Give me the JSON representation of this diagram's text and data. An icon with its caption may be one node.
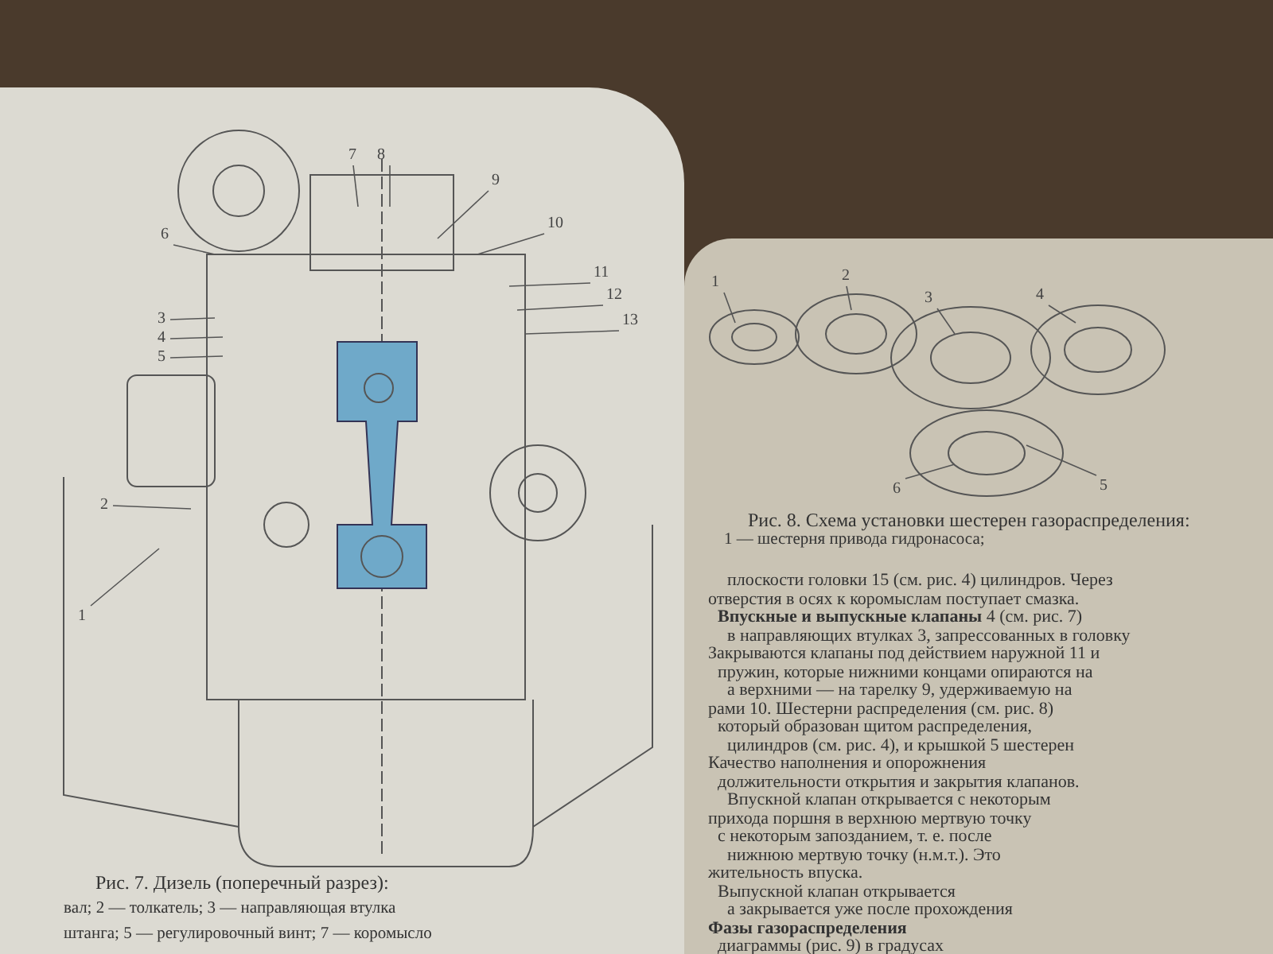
{
  "diagram": {
    "nodes": [
      {
        "text": [
          "6"
        ]
      },
      {
        "text": [
          "3"
        ]
      },
      {
        "text": [
          "4"
        ]
      },
      {
        "text": [
          "5"
        ]
      },
      {
        "text": [
          "2"
        ]
      },
      {
        "text": [
          "1"
        ]
      },
      {
        "text": [
          "7"
        ]
      },
      {
        "text": [
          "8"
        ]
      },
      {
        "text": [
          "9"
        ]
      },
      {
        "text": [
          "10"
        ]
      },
      {
        "text": [
          "11"
        ]
      },
      {
        "text": [
          "12"
        ]
      },
      {
        "text": [
          "13"
        ]
      },
      {
        "text": [
          "1"
        ]
      },
      {
        "text": [
          "2"
        ]
      },
      {
        "text": [
          "3"
        ]
      },
      {
        "text": [
          "4"
        ]
      },
      {
        "text": [
          "6"
        ]
      },
      {
        "text": [
          "5"
        ]
      }
    ],
    "edges": [
      {
        "from": 0,
        "to": null,
        "arrow": "none"
      },
      {
        "from": 1,
        "to": null,
        "arrow": "none"
      },
      {
        "from": 2,
        "to": null,
        "arrow": "none"
      },
      {
        "from": 3,
        "to": null,
        "arrow": "none"
      },
      {
        "from": 4,
        "to": null,
        "arrow": "none"
      },
      {
        "from": 5,
        "to": null,
        "arrow": "none"
      },
      {
        "from": 6,
        "to": null,
        "arrow": "none"
      },
      {
        "from": 7,
        "to": null,
        "arrow": "none"
      },
      {
        "from": 8,
        "to": null,
        "arrow": "none"
      },
      {
        "from": 9,
        "to": null,
        "arrow": "none"
      },
      {
        "from": 10,
        "to": null,
        "arrow": "none"
      },
      {
        "from": 11,
        "to": null,
        "arrow": "none"
      },
      {
        "from": 12,
        "to": null,
        "arrow": "none"
      },
      {
        "from": 13,
        "to": null,
        "arrow": "none"
      },
      {
        "from": 14,
        "to": null,
        "arrow": "none"
      },
      {
        "from": 15,
        "to": null,
        "arrow": "none"
      },
      {
        "from": 16,
        "to": null,
        "arrow": "none"
      },
      {
        "from": 17,
        "to": null,
        "arrow": "none"
      },
      {
        "from": 18,
        "to": null,
        "arrow": "none"
      }
    ],
    "labels": [
      "Рис. 7. Дизель (поперечный разрез):",
      "вал; 2 — толкатель; 3 — направляющая втулка",
      "штанга; 5 — регулировочный винт; 7 — коромысло",
      "Рис. 8. Схема установки шестерен газораспределения:",
      "1 — шестерня привода гидронасоса;",
      "плоскости головки 15 (см. рис. 4) цилиндров. Через",
      "отверстия в осях к коромыслам поступает смазка.",
      "**Впускные и выпускные клапаны** 4 (см. рис. 7)",
      "в направляющих втулках 3, запрессованных в головку",
      "Закрываются клапаны под действием наружной 11 и",
      "пружин, которые нижними концами опираются на",
      "а верхними — на тарелку 9, удерживаемую на",
      "рами 10. Шестерни распределения (см. рис. 8)",
      "который образован щитом распределения,",
      "цилиндров (см. рис. 4), и крышкой 5 шестерен",
      "Качество наполнения и опорожнения",
      "должительности открытия и закрытия клапанов.",
      "Впускной клапан открывается с некоторым",
      "прихода поршня в верхнюю мертвую точку",
      "с некоторым запозданием, т. е. после",
      "нижнюю мертвую точку (н.м.т.). Это",
      "жительность впуска.",
      "Выпускной клапан открывается",
      "а закрывается уже после прохождения",
      "**Фазы газораспределения**",
      "диаграммы (рис. 9) в градусах"
    ]
  }
}
